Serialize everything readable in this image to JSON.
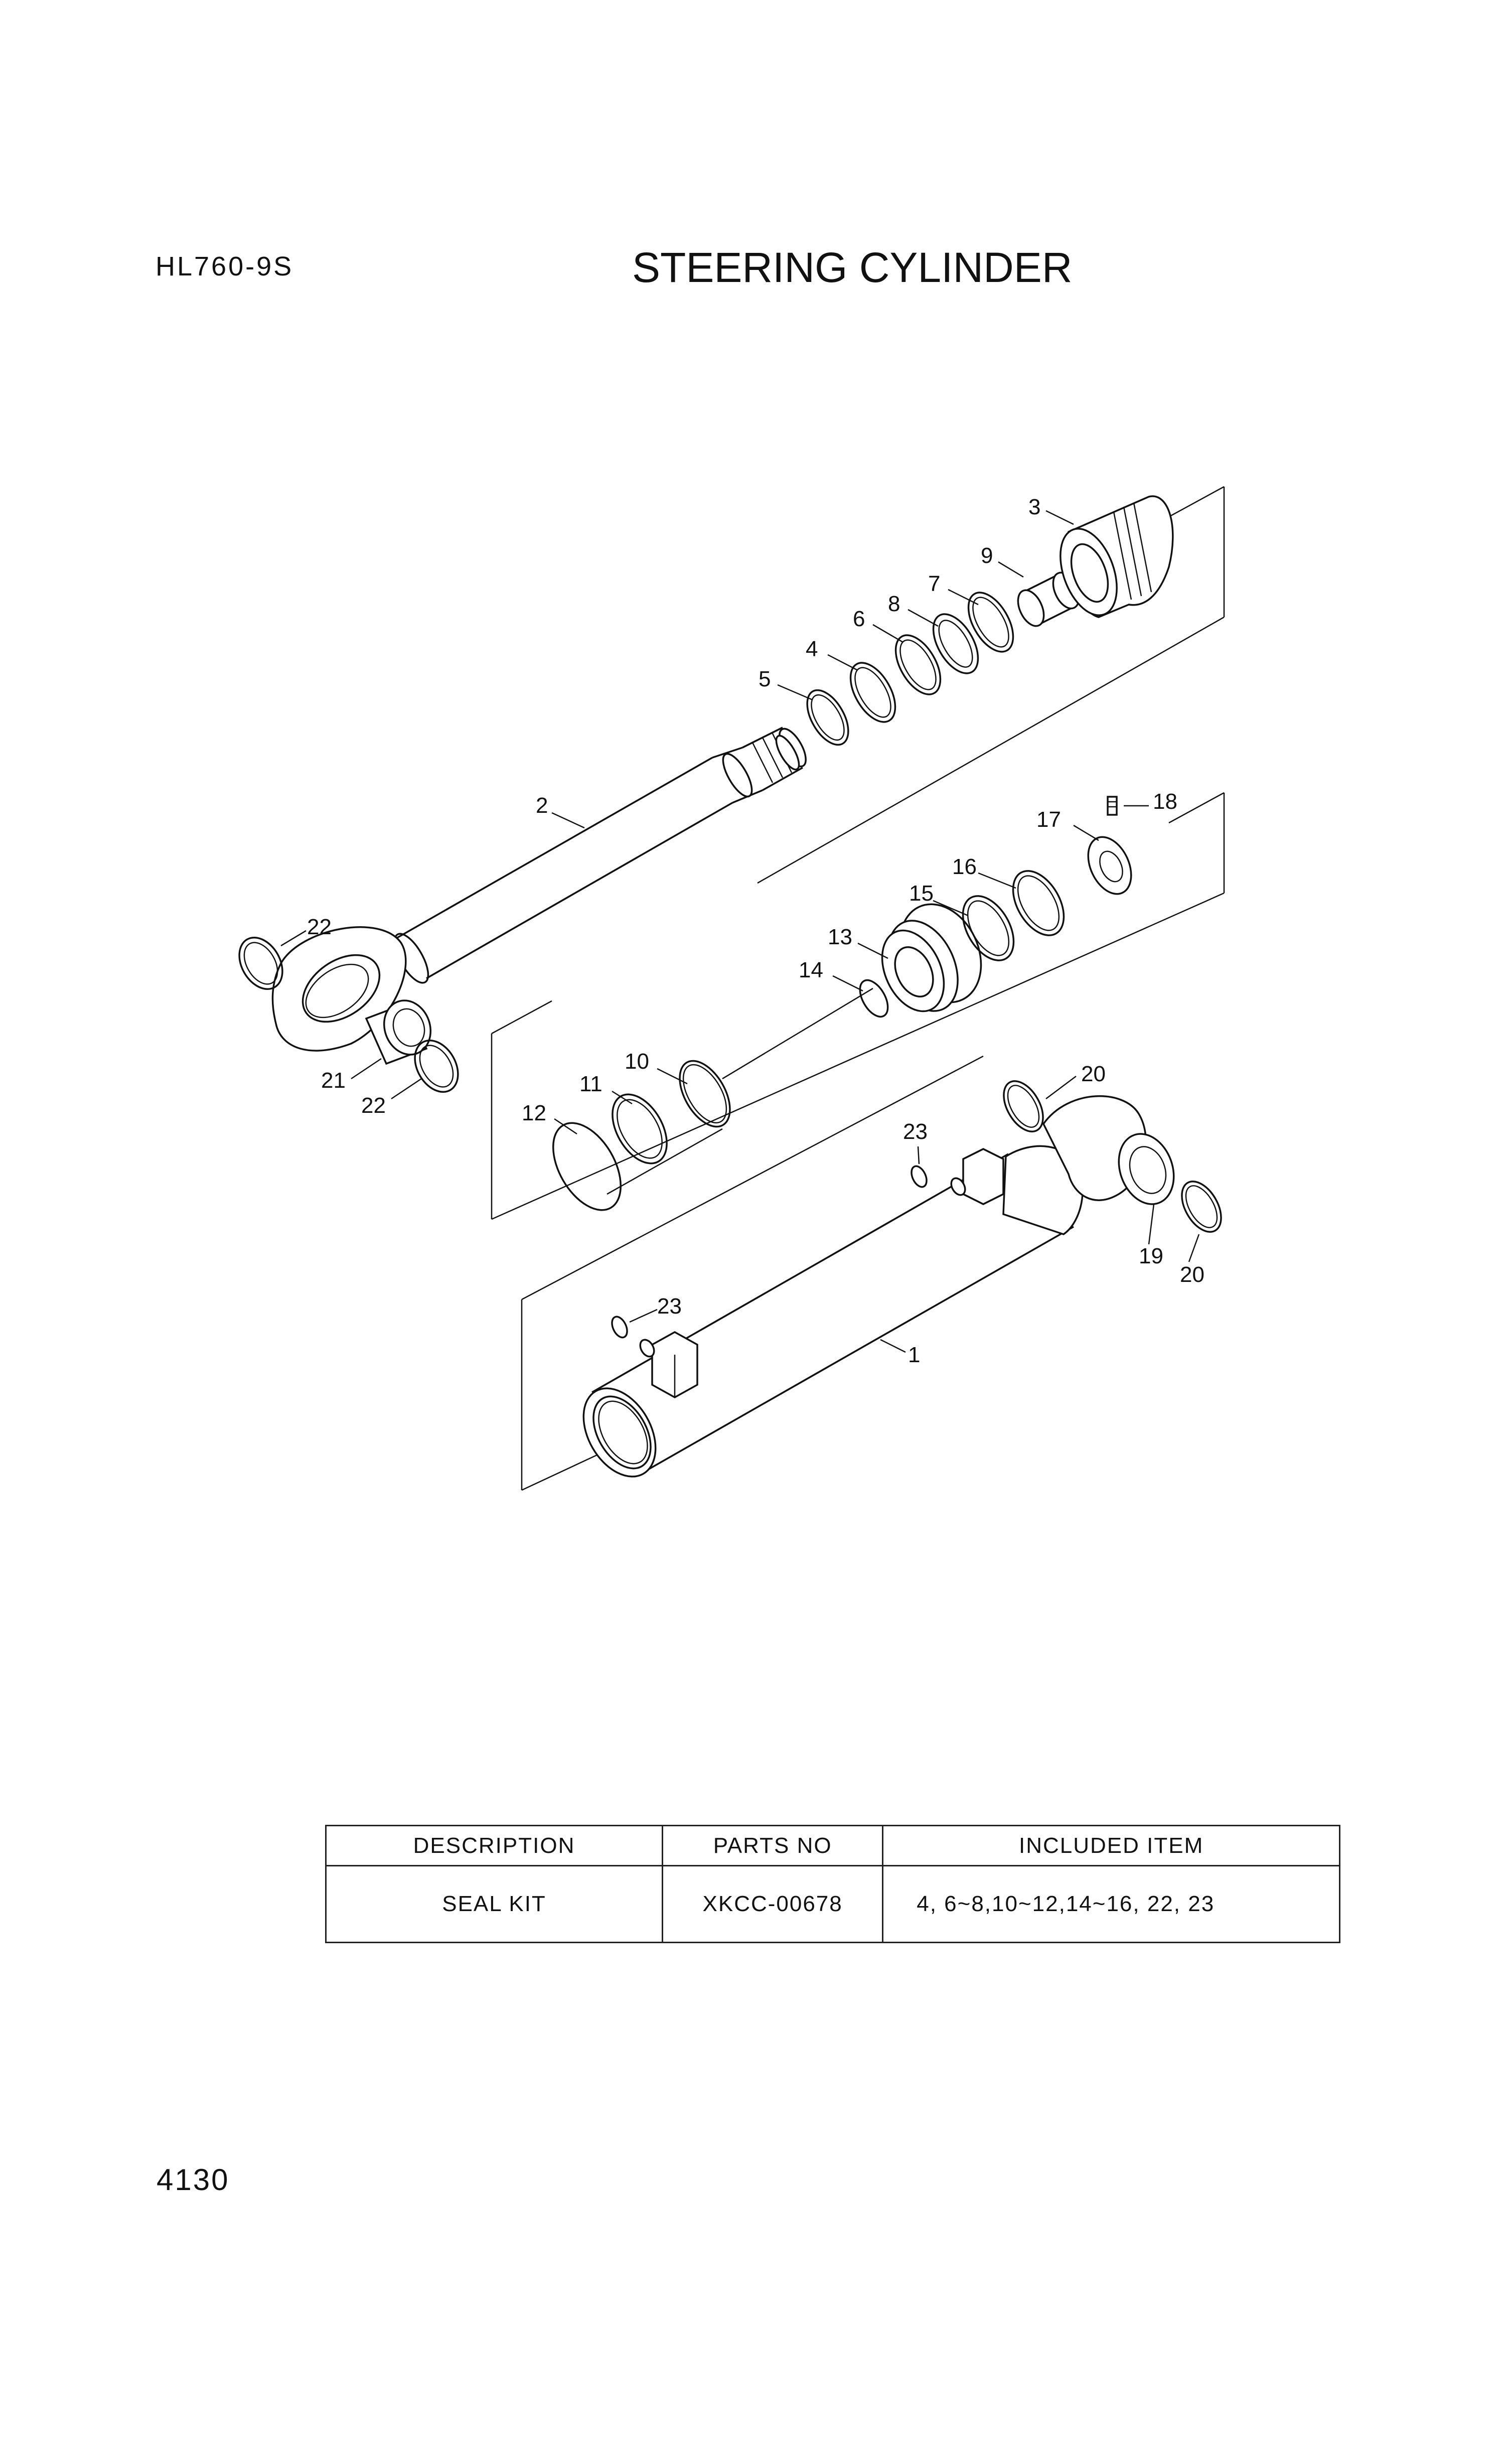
{
  "header": {
    "model": "HL760-9S",
    "title": "STEERING CYLINDER"
  },
  "diagram": {
    "callouts": [
      "1",
      "2",
      "3",
      "4",
      "5",
      "6",
      "7",
      "8",
      "9",
      "10",
      "11",
      "12",
      "13",
      "14",
      "15",
      "16",
      "17",
      "18",
      "19",
      "20",
      "20",
      "21",
      "22",
      "22",
      "23",
      "23"
    ]
  },
  "parts_table": {
    "headers": [
      "DESCRIPTION",
      "PARTS NO",
      "INCLUDED ITEM"
    ],
    "rows": [
      {
        "description": "SEAL KIT",
        "parts_no": "XKCC-00678",
        "included": "4, 6~8,10~12,14~16, 22, 23"
      }
    ]
  },
  "footer": {
    "page_number": "4130"
  }
}
